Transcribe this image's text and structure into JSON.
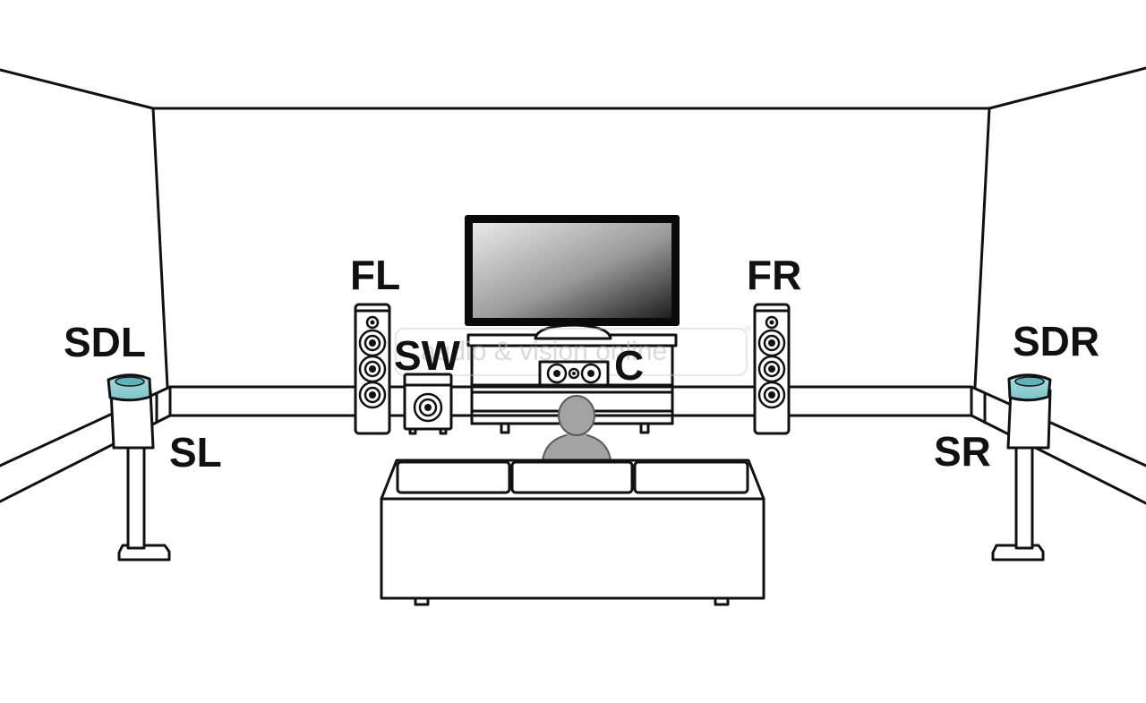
{
  "labels": {
    "fl": "FL",
    "fr": "FR",
    "c": "C",
    "sw": "SW",
    "sl": "SL",
    "sr": "SR",
    "sdl": "SDL",
    "sdr": "SDR"
  },
  "watermark": {
    "text": "audio & vision online",
    "mark": "®"
  },
  "colors": {
    "line": "#111111",
    "dolby_speaker_top": "#8fcfd3",
    "person": "#a3a3a3",
    "watermark": "#bdbdbd"
  }
}
